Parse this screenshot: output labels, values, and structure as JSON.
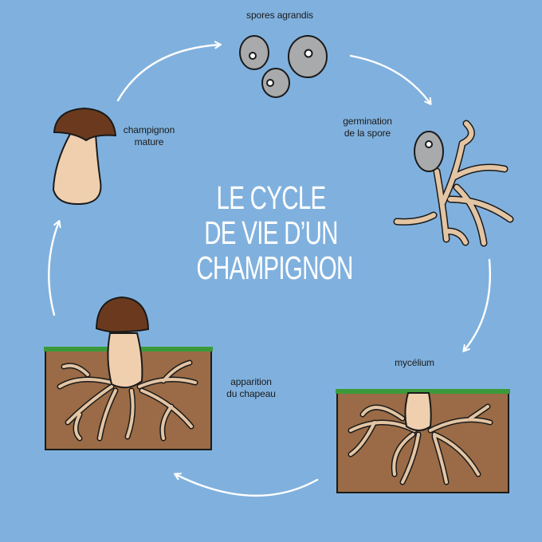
{
  "title": {
    "line1": "LE CYCLE",
    "line2": "DE VIE D’UN",
    "line3": "CHAMPIGNON"
  },
  "stages": {
    "spores": "spores agrandis",
    "germination_line1": "germination",
    "germination_line2": "de la spore",
    "mycelium": "mycélium",
    "apparition_line1": "apparition",
    "apparition_line2": "du chapeau",
    "mature_line1": "champignon",
    "mature_line2": "mature"
  },
  "colors": {
    "background": "#80b1de",
    "arrow": "#ffffff",
    "soil": "#9a6b46",
    "grass": "#3a9a3a",
    "cap": "#6b3a1e",
    "stem": "#efcfae",
    "hyphae": "#e3c5a4",
    "spore": "#a9aaac"
  }
}
